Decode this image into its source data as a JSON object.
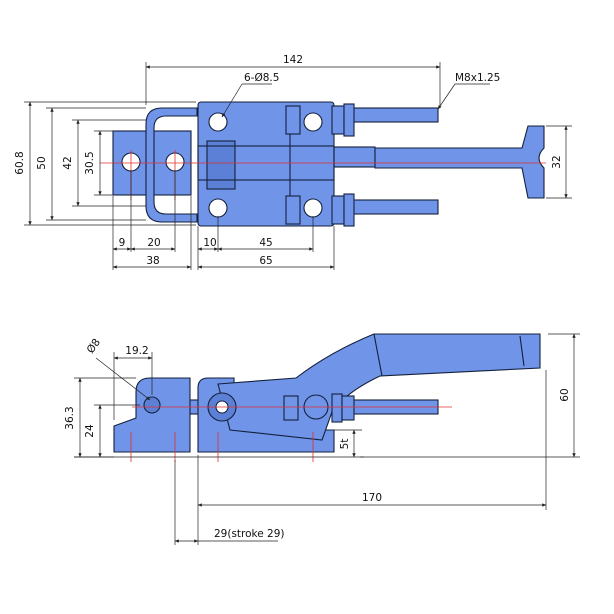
{
  "colors": {
    "part_fill": "#6f94e8",
    "part_fill_dark": "#5b80d6",
    "outline": "#14213d",
    "centerline": "#e0312d",
    "dimension": "#222222",
    "background": "#ffffff"
  },
  "top_view": {
    "dims": {
      "overall_length": "142",
      "holes": "6-Ø8.5",
      "thread": "M8x1.25",
      "height_outer": "60.8",
      "height_50": "50",
      "height_42": "42",
      "height_30_5": "30.5",
      "handle_width": "32",
      "pitch_9": "9",
      "pitch_20": "20",
      "pitch_10": "10",
      "pitch_45": "45",
      "width_38": "38",
      "width_65": "65"
    }
  },
  "side_view": {
    "dims": {
      "pin_dia": "Ø8",
      "offset_19_2": "19.2",
      "height_36_3": "36.3",
      "height_24": "24",
      "height_60": "60",
      "base_thk": "5t",
      "length_170": "170",
      "stroke": "29(stroke 29)"
    }
  }
}
